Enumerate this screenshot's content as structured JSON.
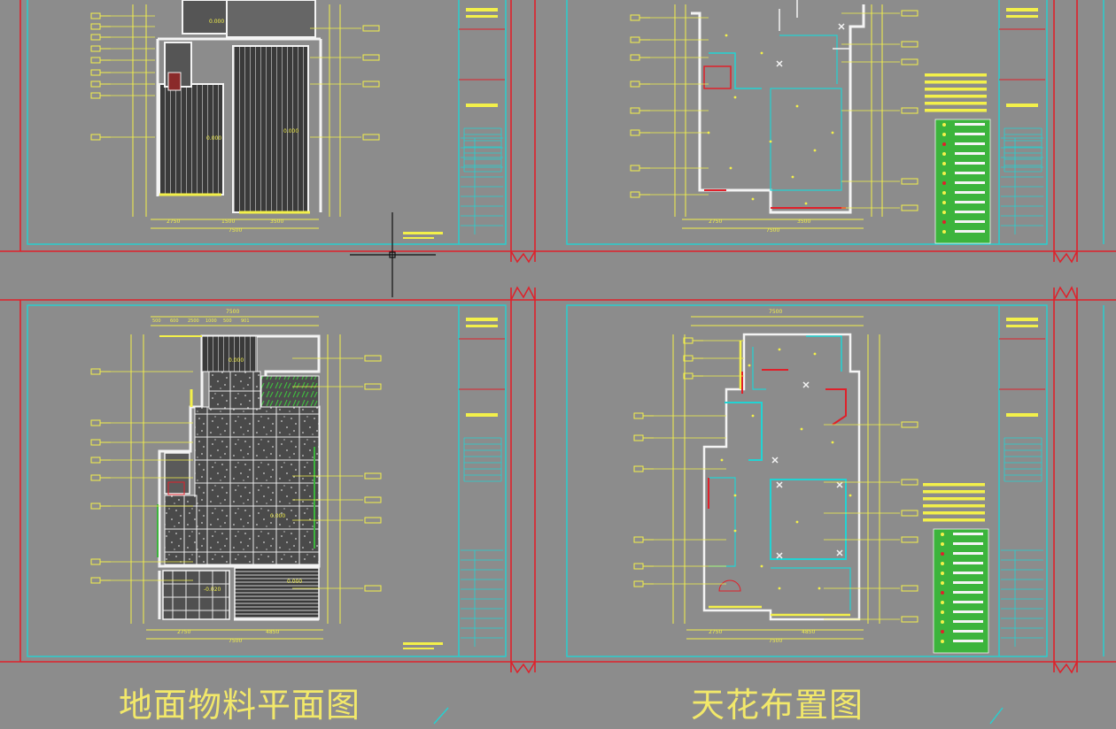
{
  "captions": {
    "floor_material_plan": "地面物料平面图",
    "ceiling_layout_plan": "天花布置图"
  },
  "dimensions": {
    "overall_width": "7500",
    "top_segments_left": [
      "500",
      "600",
      "2500",
      "1000",
      "500",
      "901"
    ],
    "bottom_segments": [
      "2750",
      "4850"
    ],
    "bottom_segments_top": [
      "2750",
      "1500",
      "3500"
    ],
    "floor_value": "0.000",
    "floor_value_neg": "-0.020"
  },
  "colors": {
    "background": "#8c8c8c",
    "frame_cyan": "#22d3d3",
    "axis_red": "#e0202a",
    "annotation_yellow": "#f3f04a",
    "wall_white": "#f4f4f4",
    "crosshair": "#101010",
    "caption_yellow": "#f2e86a",
    "legend_green": "#3cb43c"
  },
  "icons": {
    "crosshair": "cad-crosshair-cursor-icon",
    "break_mark": "drawing-break-mark-icon"
  }
}
